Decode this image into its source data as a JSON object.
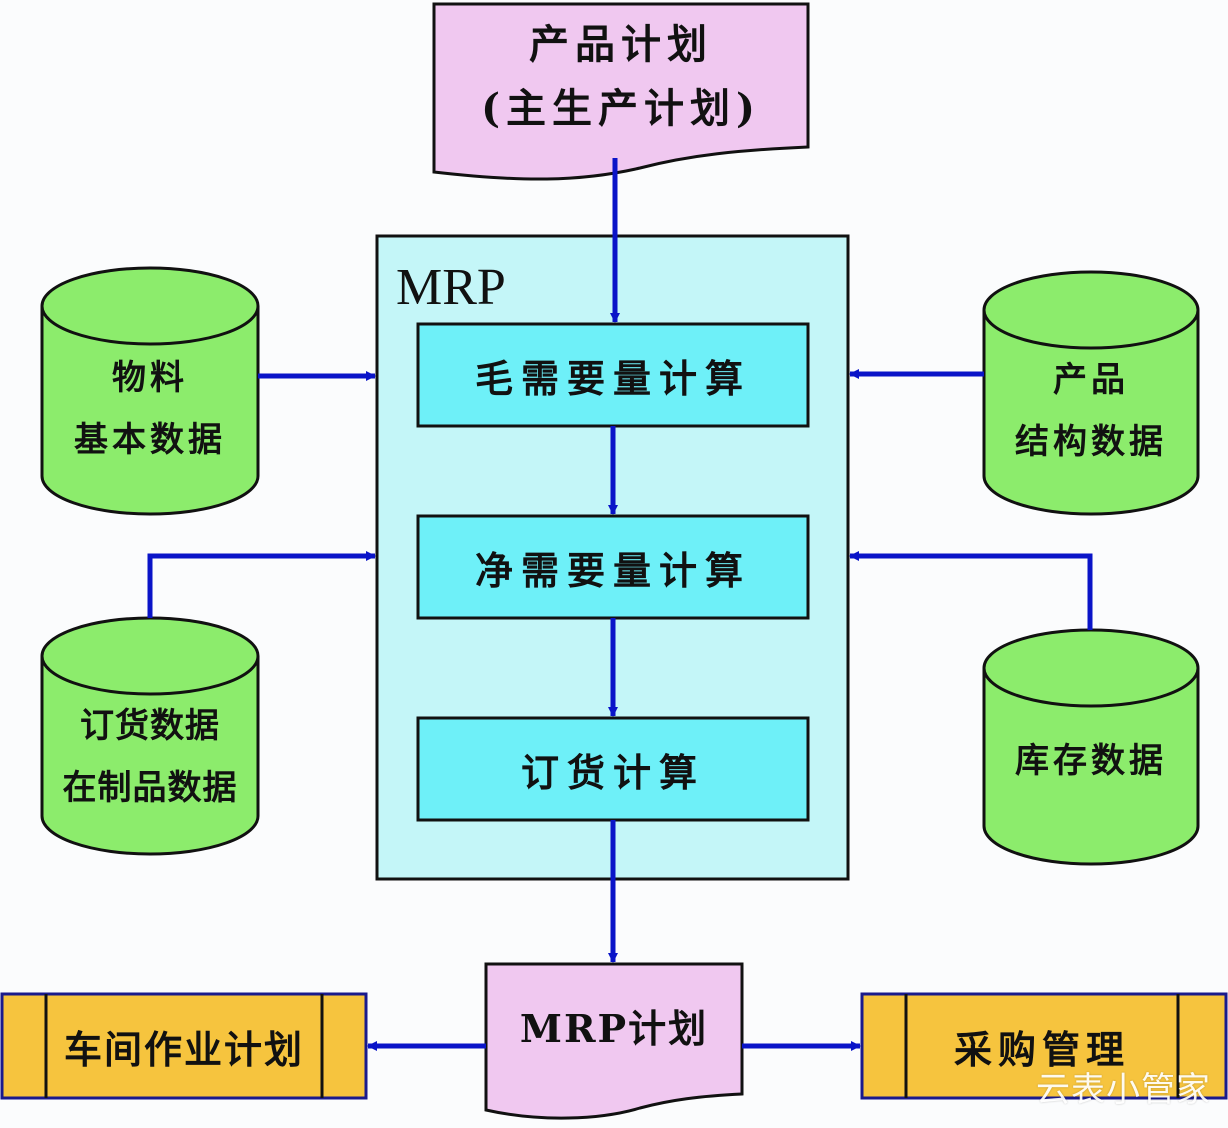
{
  "colors": {
    "document_fill": "#f0c8f0",
    "mrp_container_fill": "#c4f6f8",
    "step_fill": "#6ef0f8",
    "database_fill": "#8cec6c",
    "output_fill": "#f6c43e",
    "output_border": "#1a1a8c",
    "arrow": "#0a14c8",
    "outline": "#111111"
  },
  "input_document": {
    "line1": "产品计划",
    "line2": "(主生产计划)"
  },
  "mrp_container": {
    "title": "MRP"
  },
  "steps": [
    {
      "label": "毛需要量计算"
    },
    {
      "label": "净需要量计算"
    },
    {
      "label": "订货计算"
    }
  ],
  "databases": {
    "material_master": {
      "line1": "物料",
      "line2": "基本数据"
    },
    "order_wip": {
      "line1": "订货数据",
      "line2": "在制品数据"
    },
    "bom": {
      "line1": "产品",
      "line2": "结构数据"
    },
    "inventory": {
      "line1": "库存数据"
    }
  },
  "output_document": {
    "label": "MRP计划"
  },
  "outputs": {
    "shop_floor": {
      "label": "车间作业计划"
    },
    "purchasing": {
      "label": "采购管理"
    }
  },
  "watermark": "云表小管家"
}
